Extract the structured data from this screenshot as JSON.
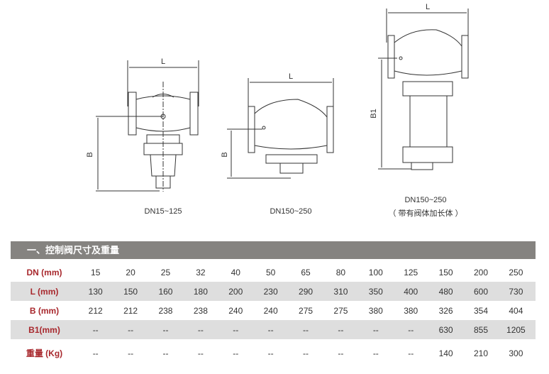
{
  "drawings": [
    {
      "dim_l": "L",
      "dim_b": "B",
      "caption": "DN15~125"
    },
    {
      "dim_l": "L",
      "dim_b": "B",
      "caption": "DN150~250"
    },
    {
      "dim_l": "L",
      "dim_b": "B1",
      "caption": "DN150~250",
      "subcaption": "（ 带有阀体加长体 ）"
    }
  ],
  "section_title": "一、控制阀尺寸及重量",
  "table": {
    "rows": [
      {
        "label": "DN (mm)",
        "values": [
          "15",
          "20",
          "25",
          "32",
          "40",
          "50",
          "65",
          "80",
          "100",
          "125",
          "150",
          "200",
          "250"
        ]
      },
      {
        "label": "L  (mm)",
        "values": [
          "130",
          "150",
          "160",
          "180",
          "200",
          "230",
          "290",
          "310",
          "350",
          "400",
          "480",
          "600",
          "730"
        ]
      },
      {
        "label": "B  (mm)",
        "values": [
          "212",
          "212",
          "238",
          "238",
          "240",
          "240",
          "275",
          "275",
          "380",
          "380",
          "326",
          "354",
          "404"
        ]
      },
      {
        "label": "B1(mm)",
        "values": [
          "--",
          "--",
          "--",
          "--",
          "--",
          "--",
          "--",
          "--",
          "--",
          "--",
          "630",
          "855",
          "1205"
        ]
      },
      {
        "label": "重量 (Kg)",
        "values": [
          "--",
          "--",
          "--",
          "--",
          "--",
          "--",
          "--",
          "--",
          "--",
          "--",
          "140",
          "210",
          "300"
        ]
      }
    ]
  }
}
